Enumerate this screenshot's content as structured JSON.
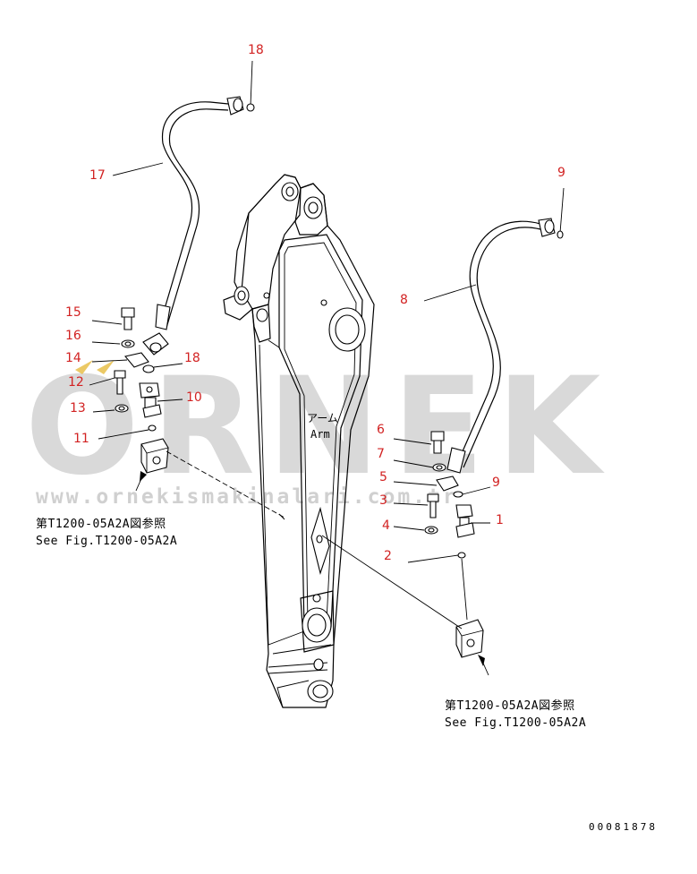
{
  "watermark": {
    "brand": "ORNEK",
    "url": "www.ornekismakinalari.com.tr"
  },
  "arm_label": {
    "japanese": "アーム",
    "english": "Arm"
  },
  "reference_notes": {
    "left": {
      "japanese": "第T1200-05A2A図参照",
      "english": "See Fig.T1200-05A2A"
    },
    "right": {
      "japanese": "第T1200-05A2A図参照",
      "english": "See Fig.T1200-05A2A"
    }
  },
  "drawing_number": "00081878",
  "callouts": {
    "c18_top": "18",
    "c17": "17",
    "c9_top": "9",
    "c8": "8",
    "c15": "15",
    "c16": "16",
    "c14": "14",
    "c18_mid": "18",
    "c12": "12",
    "c10": "10",
    "c13": "13",
    "c11": "11",
    "c6": "6",
    "c7": "7",
    "c5": "5",
    "c9_mid": "9",
    "c3": "3",
    "c1": "1",
    "c4": "4",
    "c2": "2"
  },
  "colors": {
    "callout": "#d22222",
    "watermark": "#cfcfcf",
    "watermark_accent": "#e8c04a"
  }
}
